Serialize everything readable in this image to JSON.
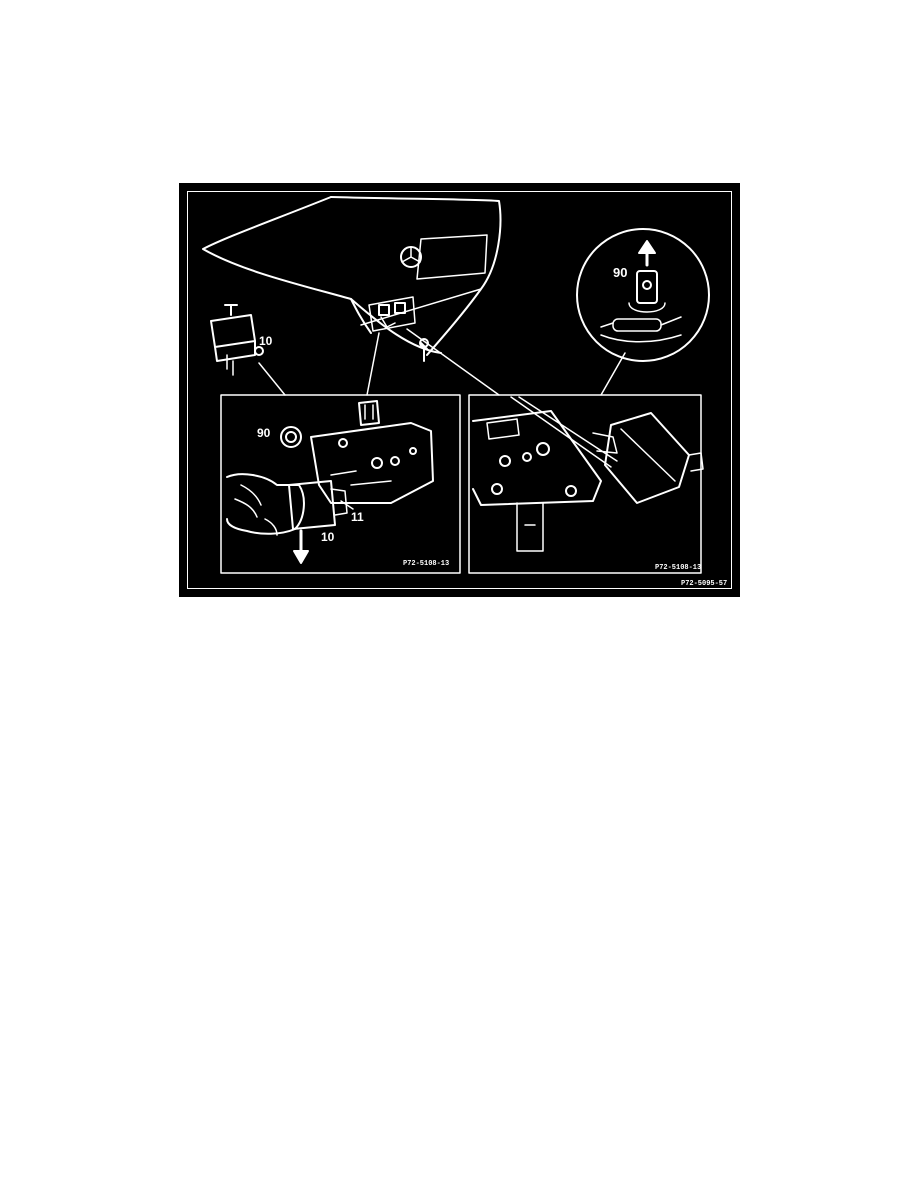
{
  "figure": {
    "callouts": {
      "c10_top": "10",
      "c90_circle": "90",
      "c90_left": "90",
      "c11": "11",
      "c10_left": "10"
    },
    "ref_codes": {
      "left_panel": "P72-5108-13",
      "right_panel": "P72-5108-13",
      "figure": "P72-5095-57"
    },
    "colors": {
      "background": "#000000",
      "line_art": "#ffffff"
    }
  }
}
